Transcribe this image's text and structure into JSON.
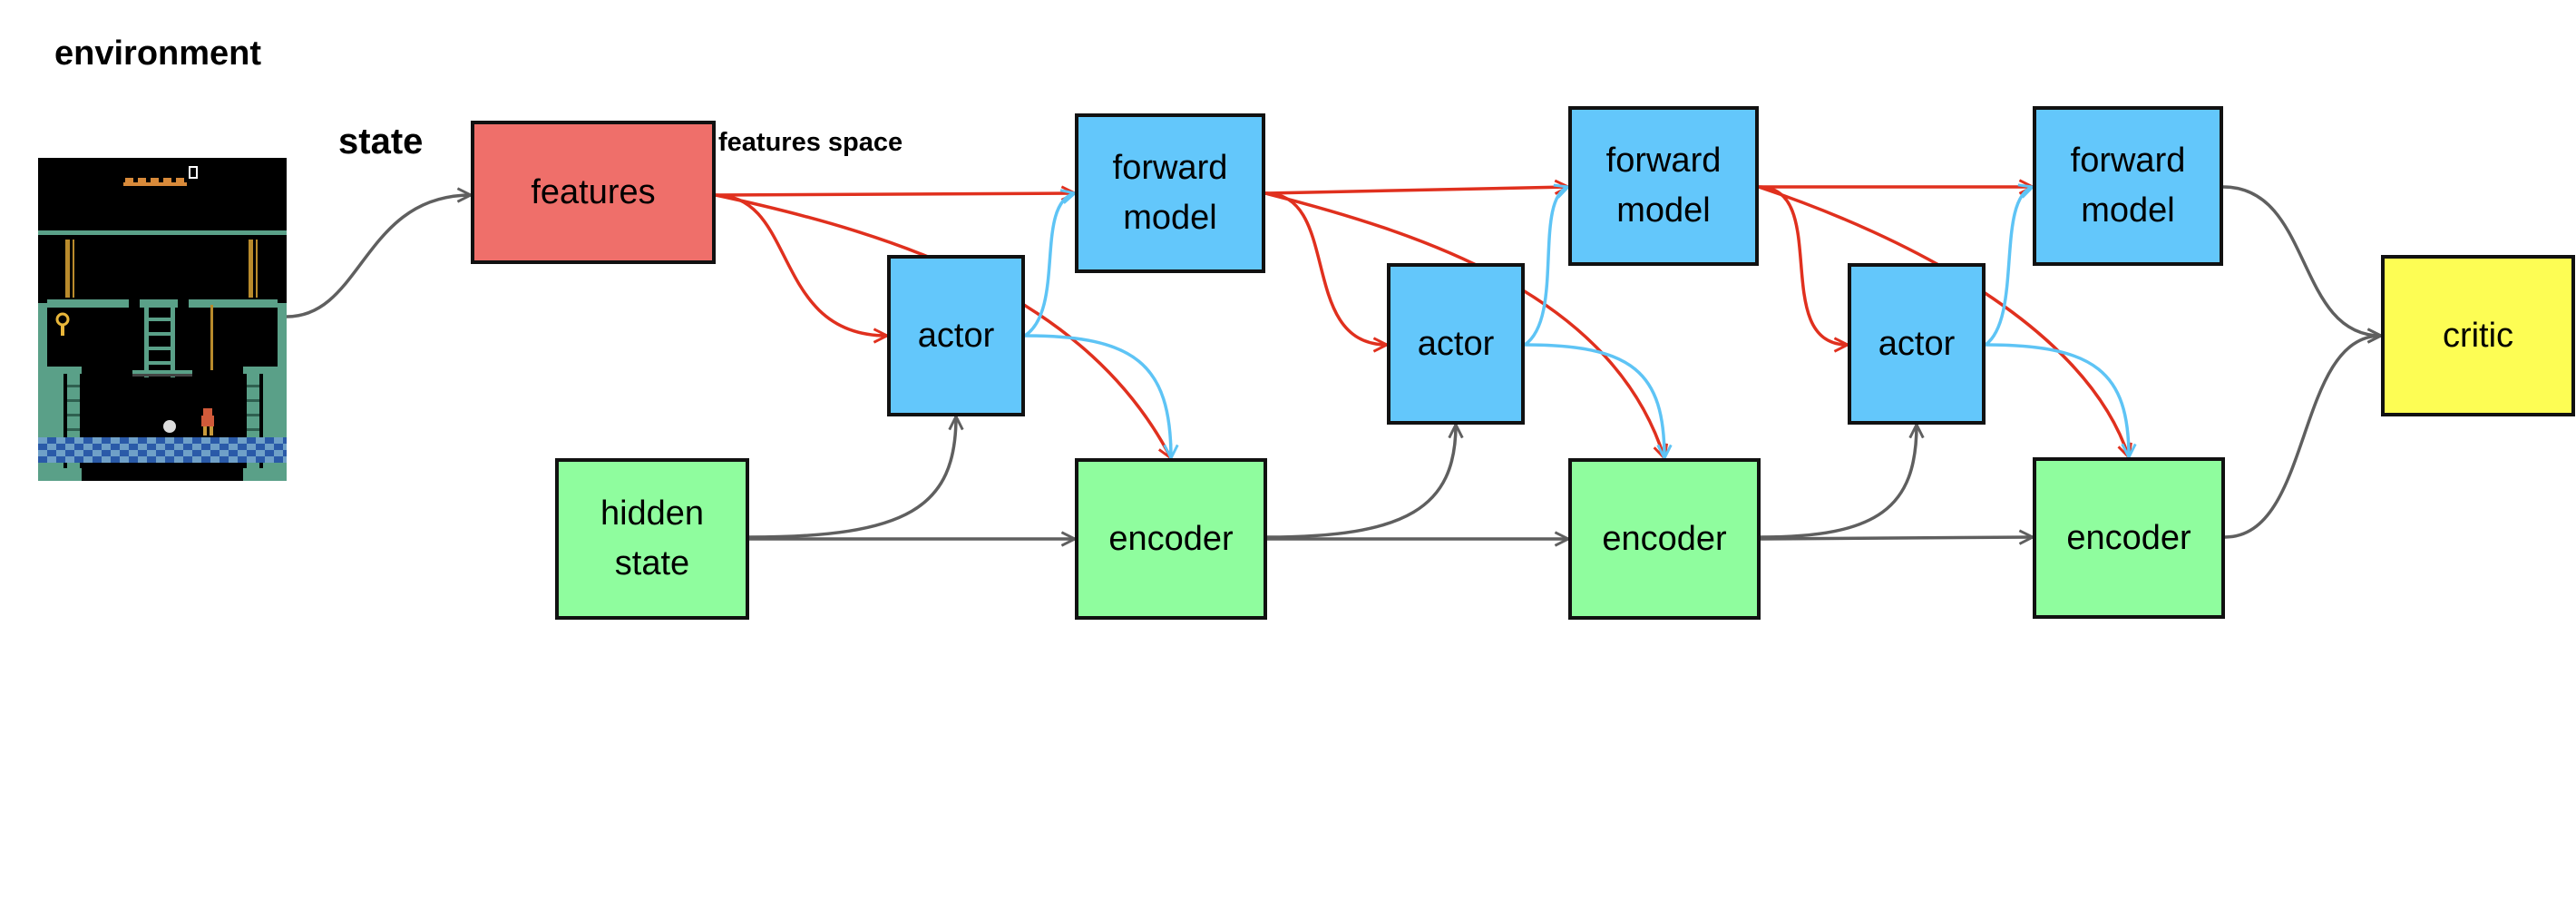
{
  "labels": {
    "environment": "environment",
    "state": "state",
    "features_space": "features space"
  },
  "nodes": {
    "features": "features",
    "actor_1": "actor",
    "actor_2": "actor",
    "actor_3": "actor",
    "forward_model_1": "forward\nmodel",
    "forward_model_2": "forward\nmodel",
    "forward_model_3": "forward\nmodel",
    "hidden_state": "hidden\nstate",
    "encoder_1": "encoder",
    "encoder_2": "encoder",
    "encoder_3": "encoder",
    "critic": "critic"
  },
  "colors": {
    "features": "#ef6f6a",
    "blue_box": "#63c7fb",
    "green_box": "#8ffd9e",
    "critic": "#fdfd54",
    "red_edge": "#e0301e",
    "blue_edge": "#5ec4f5",
    "gray_edge": "#5f5f5f"
  },
  "edges": [
    {
      "from": "environment",
      "to": "features",
      "color": "gray_edge"
    },
    {
      "from": "features",
      "to": "forward_model_1",
      "color": "red_edge"
    },
    {
      "from": "features",
      "to": "actor_1",
      "color": "red_edge"
    },
    {
      "from": "features",
      "to": "encoder_1",
      "color": "red_edge"
    },
    {
      "from": "actor_1",
      "to": "forward_model_1",
      "color": "blue_edge"
    },
    {
      "from": "actor_1",
      "to": "encoder_1",
      "color": "blue_edge"
    },
    {
      "from": "hidden_state",
      "to": "actor_1",
      "color": "gray_edge"
    },
    {
      "from": "hidden_state",
      "to": "encoder_1",
      "color": "gray_edge"
    },
    {
      "from": "forward_model_1",
      "to": "forward_model_2",
      "color": "red_edge"
    },
    {
      "from": "forward_model_1",
      "to": "actor_2",
      "color": "red_edge"
    },
    {
      "from": "forward_model_1",
      "to": "encoder_2",
      "color": "red_edge"
    },
    {
      "from": "actor_2",
      "to": "forward_model_2",
      "color": "blue_edge"
    },
    {
      "from": "actor_2",
      "to": "encoder_2",
      "color": "blue_edge"
    },
    {
      "from": "encoder_1",
      "to": "actor_2",
      "color": "gray_edge"
    },
    {
      "from": "encoder_1",
      "to": "encoder_2",
      "color": "gray_edge"
    },
    {
      "from": "forward_model_2",
      "to": "forward_model_3",
      "color": "red_edge"
    },
    {
      "from": "forward_model_2",
      "to": "actor_3",
      "color": "red_edge"
    },
    {
      "from": "forward_model_2",
      "to": "encoder_3",
      "color": "red_edge"
    },
    {
      "from": "actor_3",
      "to": "forward_model_3",
      "color": "blue_edge"
    },
    {
      "from": "actor_3",
      "to": "encoder_3",
      "color": "blue_edge"
    },
    {
      "from": "encoder_2",
      "to": "actor_3",
      "color": "gray_edge"
    },
    {
      "from": "encoder_2",
      "to": "encoder_3",
      "color": "gray_edge"
    },
    {
      "from": "forward_model_3",
      "to": "critic",
      "color": "gray_edge"
    },
    {
      "from": "encoder_3",
      "to": "critic",
      "color": "gray_edge"
    }
  ]
}
